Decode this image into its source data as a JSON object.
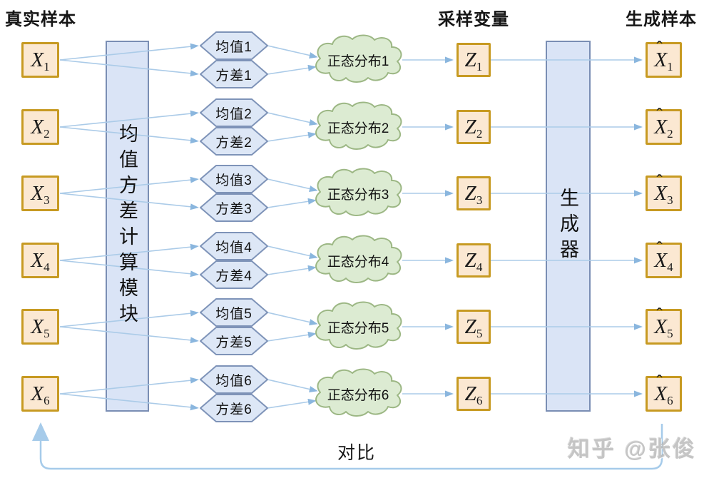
{
  "headers": {
    "real": "真实样本",
    "sampled": "采样变量",
    "generated": "生成样本"
  },
  "module": {
    "label": "均值方差计算模块"
  },
  "generator": {
    "label": "生成器"
  },
  "hat_glyph": "ˆ",
  "rows": [
    {
      "x_base": "X",
      "x_sub": "1",
      "mean": "均值1",
      "variance": "方差1",
      "dist": "正态分布1",
      "z_base": "Z",
      "z_sub": "1",
      "xh_base": "X",
      "xh_sub": "1"
    },
    {
      "x_base": "X",
      "x_sub": "2",
      "mean": "均值2",
      "variance": "方差2",
      "dist": "正态分布2",
      "z_base": "Z",
      "z_sub": "2",
      "xh_base": "X",
      "xh_sub": "2"
    },
    {
      "x_base": "X",
      "x_sub": "3",
      "mean": "均值3",
      "variance": "方差3",
      "dist": "正态分布3",
      "z_base": "Z",
      "z_sub": "3",
      "xh_base": "X",
      "xh_sub": "3"
    },
    {
      "x_base": "X",
      "x_sub": "4",
      "mean": "均值4",
      "variance": "方差4",
      "dist": "正态分布4",
      "z_base": "Z",
      "z_sub": "4",
      "xh_base": "X",
      "xh_sub": "4"
    },
    {
      "x_base": "X",
      "x_sub": "5",
      "mean": "均值5",
      "variance": "方差5",
      "dist": "正态分布5",
      "z_base": "Z",
      "z_sub": "5",
      "xh_base": "X",
      "xh_sub": "5"
    },
    {
      "x_base": "X",
      "x_sub": "6",
      "mean": "均值6",
      "variance": "方差6",
      "dist": "正态分布6",
      "z_base": "Z",
      "z_sub": "6",
      "xh_base": "X",
      "xh_sub": "6"
    }
  ],
  "compare_label": "对比",
  "watermark": "知乎 @张俊",
  "colors": {
    "sample_box_fill": "#fbe8d2",
    "sample_box_border": "#c79a22",
    "blue_fill": "#dae4f6",
    "blue_border": "#7a8eb4",
    "cloud_fill": "#dcebd2",
    "cloud_border": "#9cb784",
    "line": "#abcbe8",
    "arrowhead": "#8ab6de",
    "watermark_gray": "#bcbcbc"
  }
}
